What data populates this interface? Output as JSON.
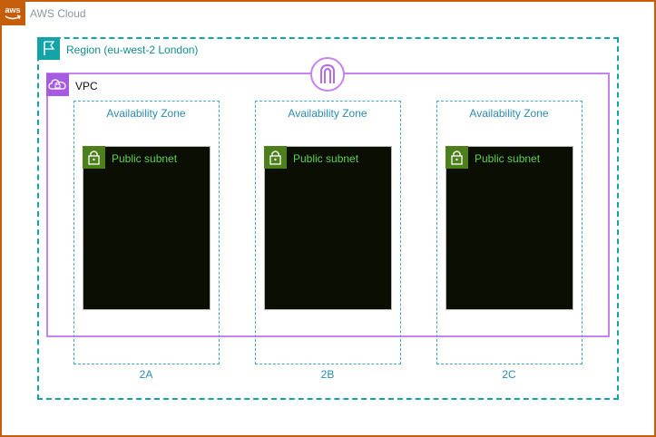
{
  "diagram": {
    "cloud": {
      "label": "AWS Cloud",
      "icon": "aws-logo-icon",
      "color": "#c65d0b"
    },
    "region": {
      "label": "Region (eu-west-2 London)",
      "icon": "region-flag-icon",
      "color": "#14a3a6"
    },
    "vpc": {
      "label": "VPC",
      "icon": "vpc-cloud-icon",
      "color": "#c583ef"
    },
    "internet_gateway": {
      "icon": "internet-gateway-icon"
    },
    "zones": [
      {
        "label": "Availability Zone",
        "code": "2A",
        "subnet": {
          "label": "Public subnet",
          "icon": "padlock-icon"
        }
      },
      {
        "label": "Availability Zone",
        "code": "2B",
        "subnet": {
          "label": "Public subnet",
          "icon": "padlock-icon"
        }
      },
      {
        "label": "Availability Zone",
        "code": "2C",
        "subnet": {
          "label": "Public subnet",
          "icon": "padlock-icon"
        }
      }
    ]
  }
}
